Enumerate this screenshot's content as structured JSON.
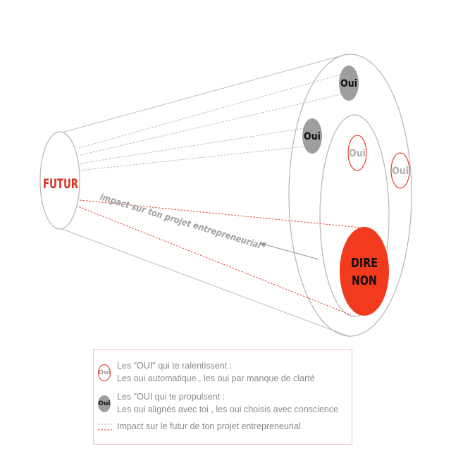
{
  "diagram": {
    "futur_label": "FUTUR",
    "impact_label": "impact sur ton projet entrepreneurial",
    "oui_label": "Oui",
    "dire_non_line1": "DIRE",
    "dire_non_line2": "NON"
  },
  "colors": {
    "accent_red": "#e0301e",
    "gray_fill": "#9e9e9e",
    "outline_gray": "#b5b5b5",
    "label_gray": "#a0a0a0"
  },
  "legend": {
    "slowing": {
      "badge": "Oui",
      "title": "Les \"OUI\" qui te ralentissent :",
      "desc": "Les oui automatique , les oui par manque de clarté"
    },
    "propelling": {
      "badge": "Oui",
      "title": "Les \"OUI qui te propulsent :",
      "desc": "Les oui alignés avec toi , les oui choisis avec conscience"
    },
    "impact": {
      "text": "Impact sur le futur de ton projet entrepreneurial"
    }
  }
}
